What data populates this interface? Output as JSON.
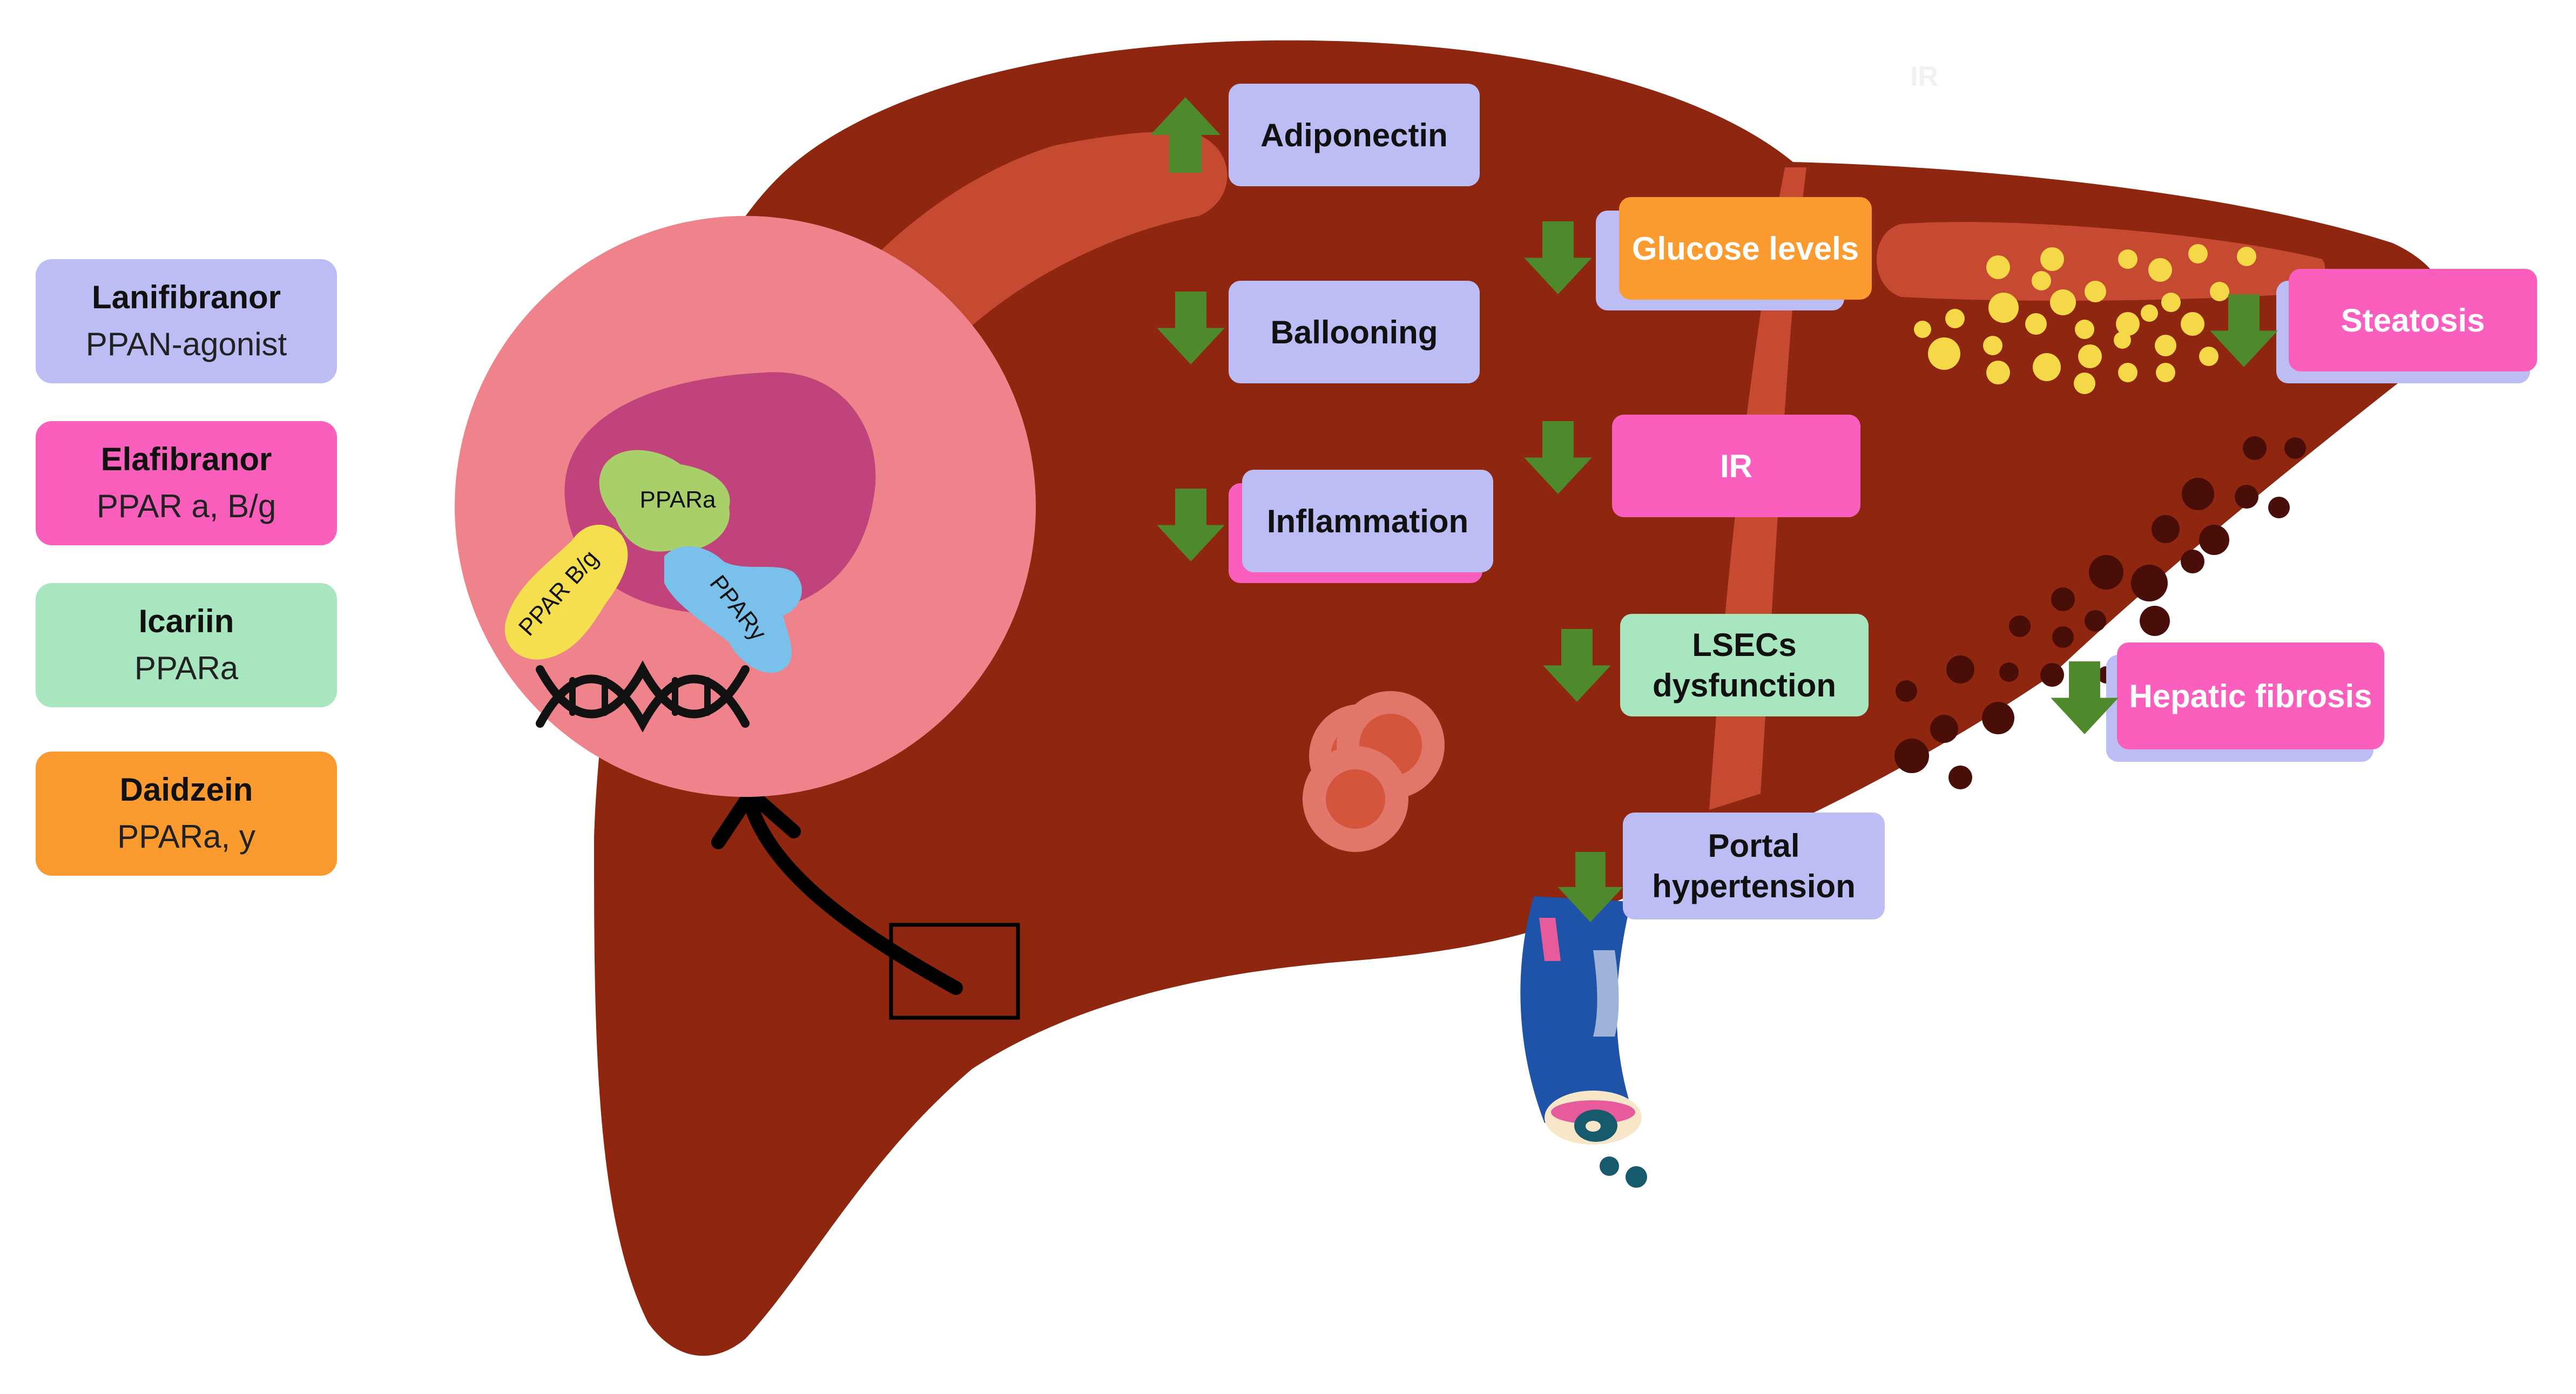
{
  "colors": {
    "liver": "#8e2610",
    "liver_band": "#c64a32",
    "cell_outer": "#ee838c",
    "nucleus": "#c0437b",
    "lavender": "#bdbdf5",
    "pink": "#fb5fbd",
    "mint": "#a8e6c0",
    "orange": "#fb9a2e",
    "arrow_green": "#4e8a2c",
    "fat": "#f5d848",
    "fibrosis": "#4a0e08"
  },
  "drugs": [
    {
      "name": "Lanifibranor",
      "target": "PPAN-agonist",
      "color": "#bdbdf5"
    },
    {
      "name": "Elafibranor",
      "target": "PPAR a, B/g",
      "color": "#fb5fbd"
    },
    {
      "name": "Icariin",
      "target": "PPARa",
      "color": "#a8e6c0"
    },
    {
      "name": "Daidzein",
      "target": "PPARa, y",
      "color": "#fb9a2e"
    }
  ],
  "receptors": {
    "alpha": "PPARa",
    "beta_gamma": "PPAR B/g",
    "gamma": "PPARy"
  },
  "effects": {
    "adiponectin": {
      "label": "Adiponectin",
      "direction": "up"
    },
    "ballooning": {
      "label": "Ballooning",
      "direction": "down"
    },
    "inflammation": {
      "label": "Inflammation",
      "direction": "down"
    },
    "glucose": {
      "label": "Glucose levels",
      "direction": "down"
    },
    "ir": {
      "label": "IR",
      "direction": "down"
    },
    "lsecs": {
      "label": "LSECs dysfunction",
      "direction": "down"
    },
    "portal": {
      "label": "Portal hypertension",
      "direction": "down"
    },
    "steatosis": {
      "label": "Steatosis",
      "direction": "down"
    },
    "fibrosis": {
      "label": "Hepatic fibrosis",
      "direction": "down"
    }
  },
  "faint_label": "IR",
  "icons": [
    "dna-icon",
    "red-blood-cells-icon",
    "blood-vessel-icon",
    "curved-arrow-icon",
    "up-arrow-icon",
    "down-arrow-icon"
  ]
}
